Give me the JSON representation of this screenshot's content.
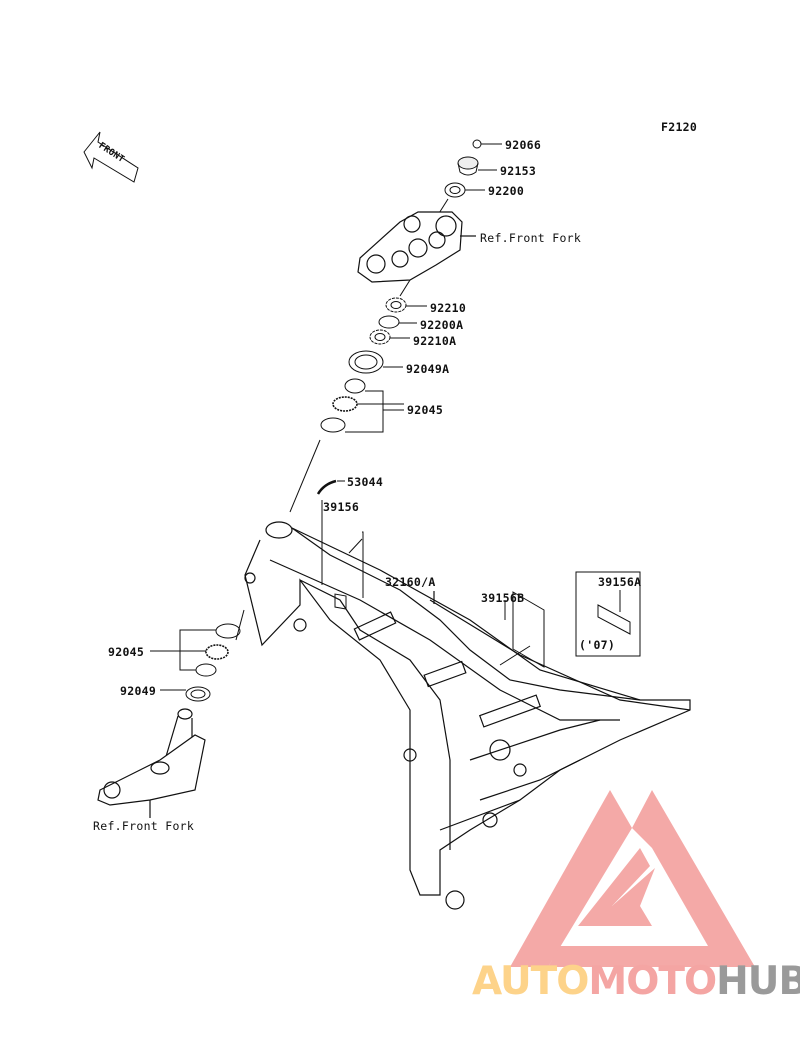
{
  "diagram_code": "F2120",
  "front_arrow_label": "FRONT",
  "callouts": {
    "p92066": "92066",
    "p92153": "92153",
    "p92200": "92200",
    "ref_front_fork_top": "Ref.Front Fork",
    "p92210": "92210",
    "p92200A": "92200A",
    "p92210A": "92210A",
    "p92049A": "92049A",
    "p92045_top": "92045",
    "p53044": "53044",
    "p39156": "39156",
    "p32160A": "32160/A",
    "p39156B": "39156B",
    "p39156A": "39156A",
    "p39156A_note": "('07)",
    "p92045_left": "92045",
    "p92049": "92049",
    "ref_front_fork_bottom": "Ref.Front Fork"
  },
  "watermark": {
    "part1": "AUTO",
    "part2": "MOTO",
    "part3": "HUB",
    "colors": {
      "auto": "#fdd38a",
      "moto": "#f4a5a3",
      "hub": "#9a9a9a",
      "logo": "#f4a5a3"
    }
  }
}
